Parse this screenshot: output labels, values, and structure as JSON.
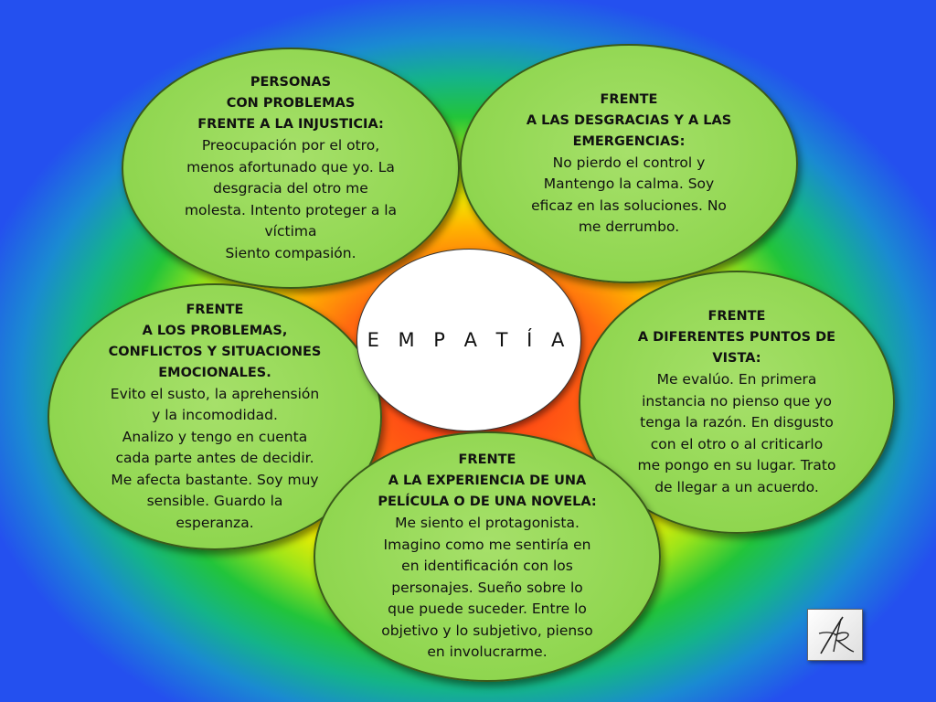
{
  "center": {
    "label": "E M P A T Í A"
  },
  "nodes": {
    "top_left": {
      "title": [
        "PERSONAS",
        "CON PROBLEMAS",
        "FRENTE A LA INJUSTICIA:"
      ],
      "body": [
        "Preocupación por el otro,",
        "menos afortunado que yo. La",
        "desgracia del otro me",
        "molesta. Intento proteger a la",
        "víctima",
        "Siento compasión."
      ]
    },
    "top_right": {
      "title": [
        "FRENTE",
        "A LAS DESGRACIAS Y A LAS",
        "EMERGENCIAS:"
      ],
      "body": [
        "No pierdo el control y",
        "Mantengo la calma. Soy",
        "eficaz en las soluciones. No",
        "me derrumbo."
      ]
    },
    "middle_left": {
      "title": [
        "FRENTE",
        "A LOS PROBLEMAS,",
        "CONFLICTOS Y SITUACIONES",
        "EMOCIONALES."
      ],
      "body": [
        "Evito el susto, la aprehensión",
        "y la   incomodidad.",
        "Analizo  y tengo en cuenta",
        "cada parte antes de decidir.",
        "Me afecta bastante. Soy muy",
        "sensible. Guardo la",
        "esperanza."
      ]
    },
    "middle_right": {
      "title": [
        "FRENTE",
        "A DIFERENTES PUNTOS DE",
        "VISTA:"
      ],
      "body": [
        "Me evalúo. En primera",
        "instancia no pienso que yo",
        "tenga la razón. En disgusto",
        "con el otro o al criticarlo",
        "me pongo en su lugar. Trato",
        "de llegar a un acuerdo."
      ]
    },
    "bottom": {
      "title": [
        "FRENTE",
        " A LA EXPERIENCIA DE UNA",
        "PELÍCULA O DE UNA NOVELA:"
      ],
      "body": [
        "Me siento el protagonista.",
        "Imagino como me sentiría en",
        "en identificación con los",
        "personajes.   Sueño sobre lo",
        "que puede suceder. Entre lo",
        "objetivo y lo subjetivo, pienso",
        "en involucrarme."
      ]
    }
  },
  "colors": {
    "node_fill": "#8fd64f",
    "center_fill": "#ffffff"
  },
  "logo": {
    "icon": "signature-logo-icon"
  }
}
